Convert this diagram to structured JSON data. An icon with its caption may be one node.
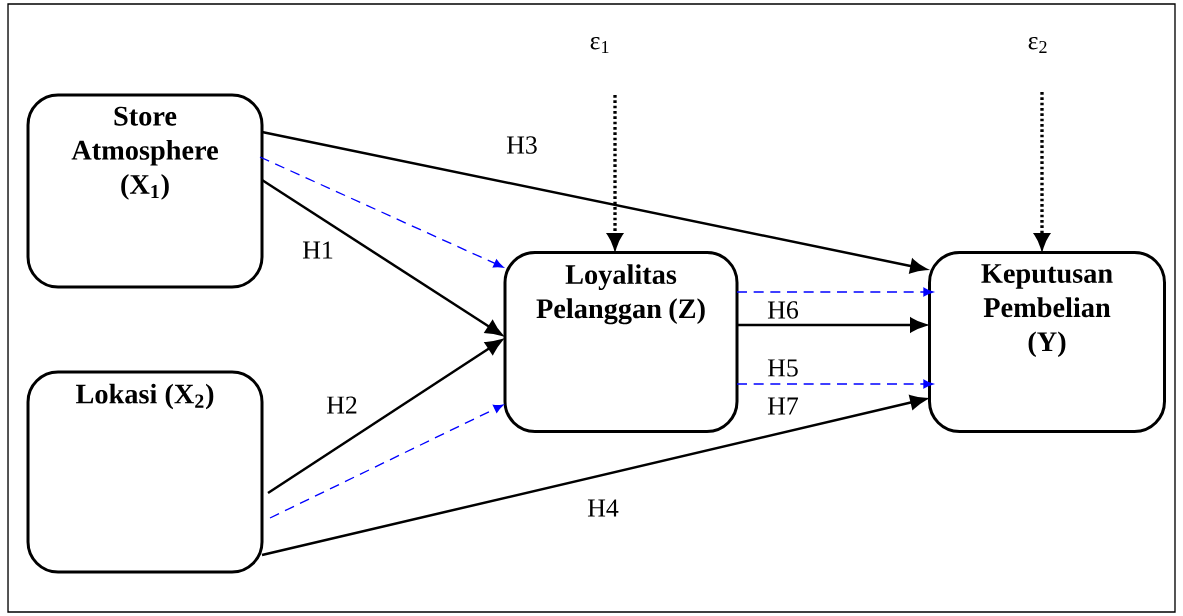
{
  "diagram": {
    "nodes": [
      {
        "text": [
          "Store Atmosphere (X$_{1}$)"
        ]
      },
      {
        "text": [
          "Lokasi (X$_{2}$)"
        ]
      },
      {
        "text": [
          "Loyalitas Pelanggan (Z)"
        ]
      },
      {
        "text": [
          "Keputusan Pembelian (Y)"
        ]
      },
      {
        "text": [
          "ε$_{1}$"
        ]
      },
      {
        "text": [
          "ε$_{2}$"
        ]
      }
    ],
    "edges": [
      {
        "from": 0,
        "to": 2,
        "arrow": "to",
        "label": "H1"
      },
      {
        "from": 1,
        "to": 2,
        "arrow": "to",
        "label": "H2"
      },
      {
        "from": 0,
        "to": 3,
        "arrow": "to",
        "label": "H3"
      },
      {
        "from": 1,
        "to": 3,
        "arrow": "to",
        "label": "H4"
      },
      {
        "from": 2,
        "to": 3,
        "arrow": "to",
        "label": "H5"
      },
      {
        "from": 0,
        "to": 2,
        "arrow": "to",
        "style": "dashed",
        "color": "#0000ff"
      },
      {
        "from": 1,
        "to": 2,
        "arrow": "to",
        "style": "dashed",
        "color": "#0000ff"
      },
      {
        "from": 2,
        "to": 3,
        "arrow": "to",
        "style": "dashed",
        "color": "#0000ff",
        "label": "H6"
      },
      {
        "from": 2,
        "to": 3,
        "arrow": "to",
        "style": "dashed",
        "color": "#0000ff",
        "label": "H7"
      },
      {
        "from": 4,
        "to": 2,
        "arrow": "to",
        "style": "dashed"
      },
      {
        "from": 5,
        "to": 3,
        "arrow": "to",
        "style": "dashed"
      }
    ]
  }
}
